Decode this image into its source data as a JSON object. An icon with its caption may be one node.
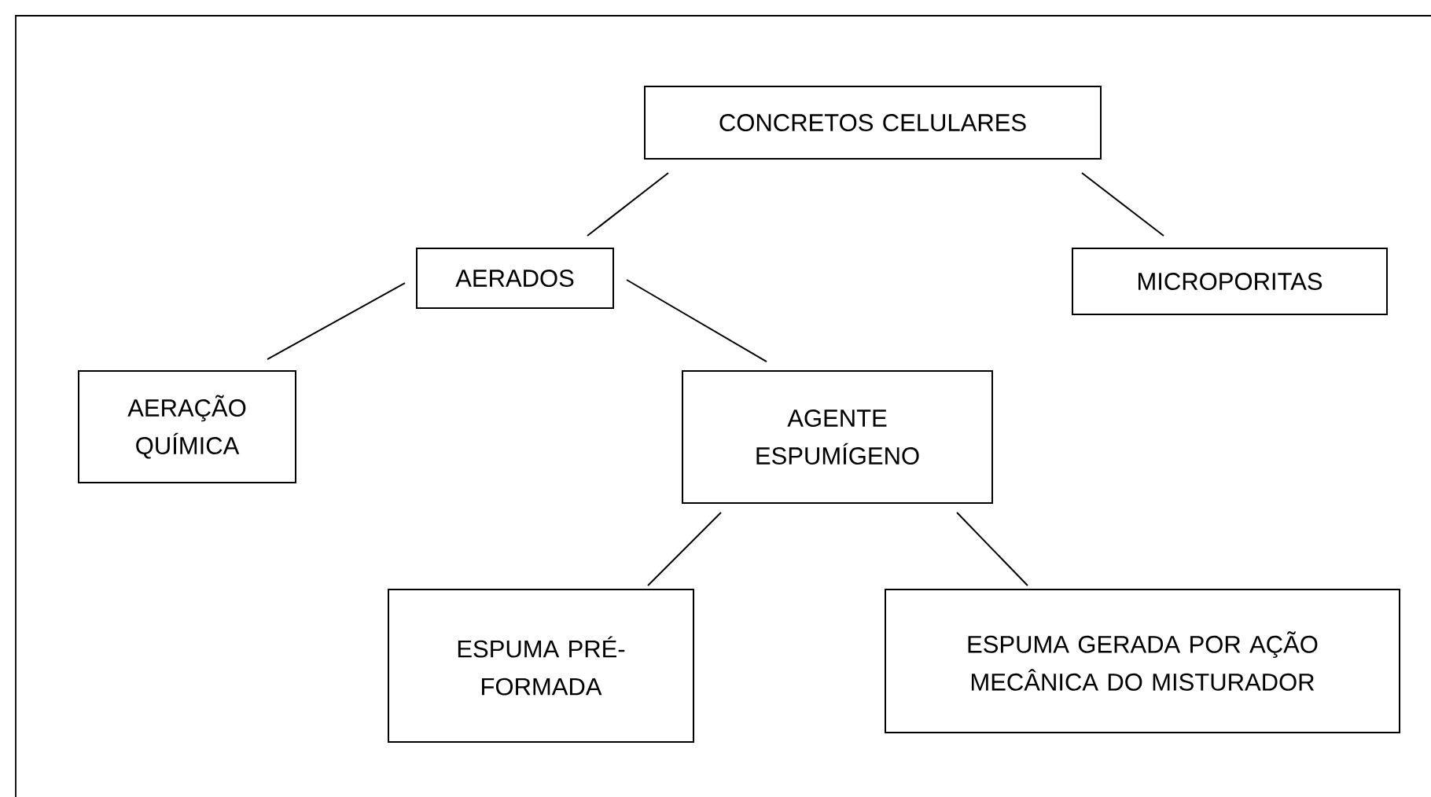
{
  "diagram": {
    "nodes": [
      {
        "text": [
          "CONCRETOS CELULARES"
        ]
      },
      {
        "text": [
          "AERADOS"
        ]
      },
      {
        "text": [
          "MICROPORITAS"
        ]
      },
      {
        "text": [
          "AERAÇÃO QUÍMICA"
        ]
      },
      {
        "text": [
          "AGENTE ESPUMÍGENO"
        ]
      },
      {
        "text": [
          "ESPUMA PRÉ-FORMADA"
        ]
      },
      {
        "text": [
          "ESPUMA GERADA POR AÇÃO MECÂNICA DO MISTURADOR"
        ]
      }
    ],
    "edges": [
      {
        "from": 0,
        "to": 1,
        "arrow": "none"
      },
      {
        "from": 0,
        "to": 2,
        "arrow": "none"
      },
      {
        "from": 1,
        "to": 3,
        "arrow": "none"
      },
      {
        "from": 1,
        "to": 4,
        "arrow": "none"
      },
      {
        "from": 4,
        "to": 5,
        "arrow": "none"
      },
      {
        "from": 4,
        "to": 6,
        "arrow": "none"
      }
    ]
  }
}
